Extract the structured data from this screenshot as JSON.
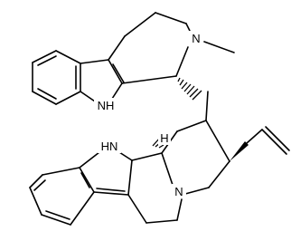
{
  "labels": {
    "nitrogen_methyl": "N",
    "nh_upper": "NH",
    "hn_lower": "HN",
    "h_stereo": "H",
    "nitrogen_bridgehead": "N"
  }
}
